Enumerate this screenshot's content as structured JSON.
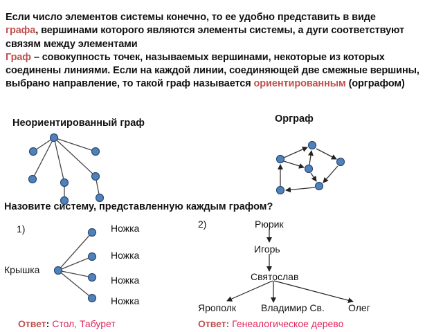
{
  "intro": {
    "p1": {
      "line1": "Если число элементов системы конечно, то ее удобно представить в виде",
      "highlight": "графа",
      "rest": ", вершинами которого являются элементы системы, а дуги соответствуют связям между элементами"
    },
    "p2": {
      "highlight1": "Граф",
      "text1": " – совокупность точек, называемых вершинами, некоторые из которых соединены линиями. Если на каждой линии, соединяющей  две смежные вершины, выбрано направление, то такой граф называется ",
      "highlight2": "ориентированным",
      "text2": " (орграфом)"
    }
  },
  "headings": {
    "undirected": "Неориентированный граф",
    "directed": "Орграф",
    "question": "Назовите систему, представленную каждым графом?"
  },
  "example1": {
    "number": "1)",
    "hub_label": "Крышка",
    "leaf_labels": [
      "Ножка",
      "Ножка",
      "Ножка",
      "Ножка"
    ],
    "answer_key": "Ответ",
    "answer_colon": ":",
    "answer_value": " Стол, Табурет"
  },
  "example2": {
    "number": "2)",
    "nodes": [
      "Рюрик",
      "Игорь",
      "Святослав",
      "Ярополк",
      "Владимир Св.",
      "Олег"
    ],
    "answer_key": "Ответ:",
    "answer_value": " Генеалогическое дерево"
  },
  "colors": {
    "accent_red": "#C0504D",
    "answer_pink": "#E0245A",
    "node_fill": "#4F81BD",
    "node_stroke": "#2C4A6E",
    "edge": "#333333"
  }
}
